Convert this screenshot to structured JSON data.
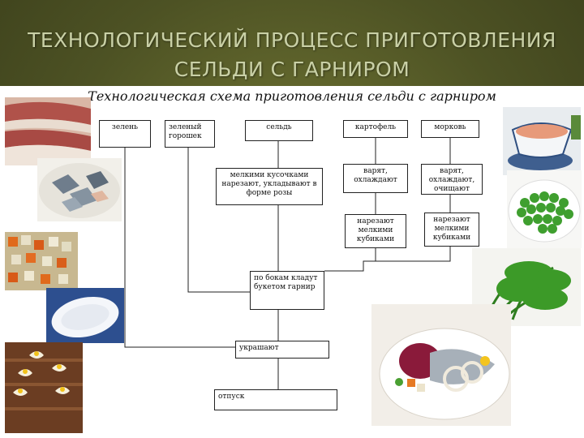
{
  "slide_title": {
    "line1": "ТЕХНОЛОГИЧЕСКИЙ ПРОЦЕСС ПРИГОТОВЛЕНИЯ",
    "line2": "СЕЛЬДИ С ГАРНИРОМ"
  },
  "scheme_title": "Технологическая схема приготовления сельди с гарниром",
  "boxes": {
    "zelen": "зелень",
    "goroshek": "зеленый горошек",
    "seld": "сельдь",
    "kartofel": "картофель",
    "morkov": "морковь",
    "seld_step": "мелкими кусочками нарезают, укладывают в форме розы",
    "kartofel_step1": "варят, охлаждают",
    "morkov_step1": "варят, охлаждают, очищают",
    "kartofel_step2": "нарезают мелкими кубиками",
    "morkov_step2": "нарезают мелкими кубиками",
    "garnish": "по бокам кладут букетом гарнир",
    "decorate": "украшают",
    "serve": "отпуск"
  },
  "colors": {
    "background": "#4d5224",
    "title_text": "#c9d0a6",
    "box_border": "#222222"
  },
  "photos": [
    {
      "name": "herring-fillet-photo-icon"
    },
    {
      "name": "herring-pieces-photo-icon"
    },
    {
      "name": "diced-vegetables-photo-icon"
    },
    {
      "name": "white-plate-photo-icon"
    },
    {
      "name": "egg-slices-photo-icon"
    },
    {
      "name": "sauce-boat-photo-icon"
    },
    {
      "name": "green-peas-photo-icon"
    },
    {
      "name": "dill-greens-photo-icon"
    },
    {
      "name": "herring-dish-photo-icon"
    }
  ]
}
